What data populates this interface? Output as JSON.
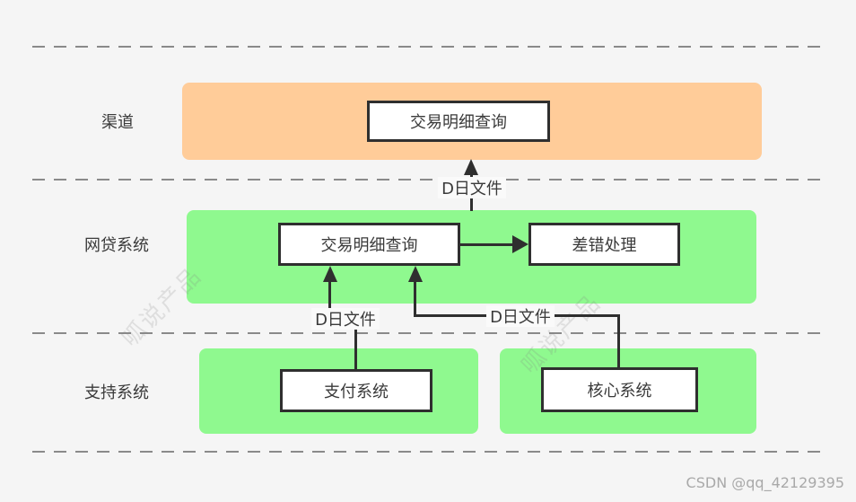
{
  "diagram": {
    "lane_labels": [
      "渠道",
      "网贷系统",
      "支持系统"
    ],
    "nodes": {
      "channel_query": "交易明细查询",
      "loan_query": "交易明细查询",
      "error_handling": "差错处理",
      "payment_system": "支付系统",
      "core_system": "核心系统"
    },
    "edge_labels": {
      "to_channel": "D日文件",
      "from_payment": "D日文件",
      "from_core": "D日文件"
    }
  },
  "watermark": {
    "csdn": "CSDN @qq_42129395",
    "diagonal": "呱说产品"
  },
  "colors": {
    "channel_lane_fill": "#FFCC99",
    "system_lane_fill": "#8FF98F",
    "background": "#F5F5F5",
    "node_fill": "#FFFFFF",
    "node_border": "#2F2F2F",
    "connector": "#2F2F2F",
    "dashed_separator": "#8A8A8A",
    "text": "#3A3A3A",
    "csdn_watermark_text": "#A9A9A9"
  }
}
